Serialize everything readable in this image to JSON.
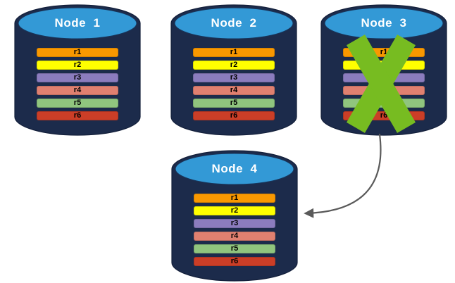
{
  "nodes": [
    {
      "name": "Node  1",
      "rows": [
        "r1",
        "r2",
        "r3",
        "r4",
        "r5",
        "r6"
      ]
    },
    {
      "name": "Node  2",
      "rows": [
        "r1",
        "r2",
        "r3",
        "r4",
        "r5",
        "r6"
      ]
    },
    {
      "name": "Node  3",
      "rows": [
        "r1",
        "r2",
        "r3",
        "r4",
        "r5",
        "r6"
      ],
      "status": "failed"
    },
    {
      "name": "Node  4",
      "rows": [
        "r1",
        "r2",
        "r3",
        "r4",
        "r5",
        "r6"
      ]
    }
  ],
  "row_colors": [
    "#F99800",
    "#FFFF00",
    "#8B7CBE",
    "#E08070",
    "#90C57E",
    "#CB3E27"
  ],
  "colors": {
    "cylinder_body": "#1C2B4B",
    "cylinder_top": "#3399D6",
    "node_label": "#FFFFFF",
    "row_label": "#000000",
    "failure_cross": "#77BC21",
    "arrow": "#5A5A5A"
  }
}
